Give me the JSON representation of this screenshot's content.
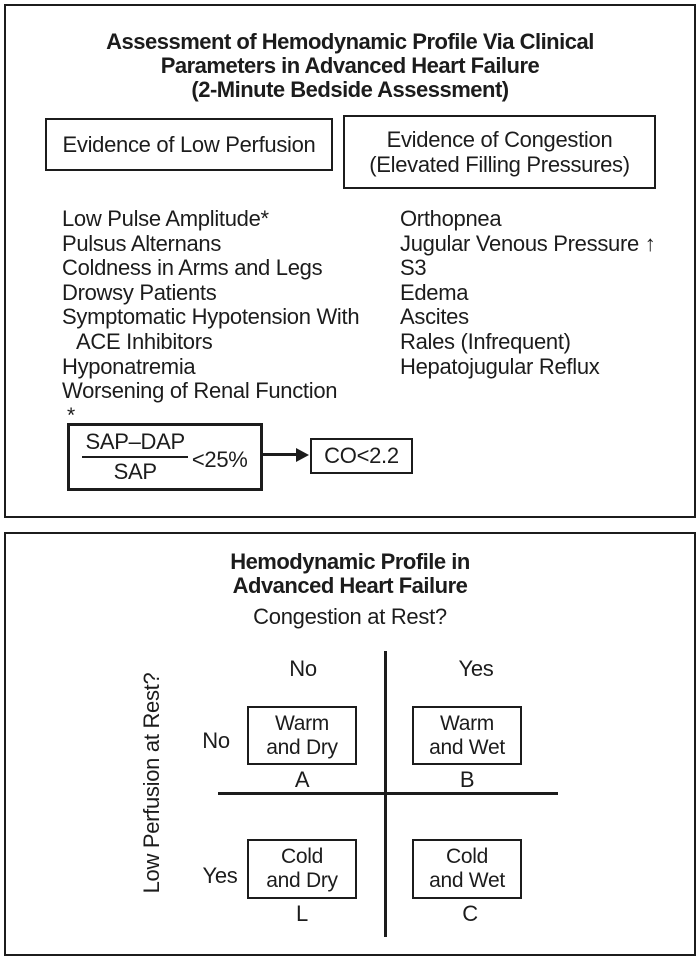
{
  "top_panel": {
    "title_lines": [
      "Assessment of Hemodynamic Profile Via Clinical",
      "Parameters in Advanced Heart Failure",
      "(2-Minute Bedside Assessment)"
    ],
    "low_perfusion": {
      "header": "Evidence of Low Perfusion",
      "items": [
        "Low Pulse Amplitude*",
        "Pulsus Alternans",
        "Coldness in Arms and Legs",
        "Drowsy Patients",
        "Symptomatic Hypotension With",
        "ACE Inhibitors",
        "Hyponatremia",
        "Worsening of Renal Function"
      ]
    },
    "congestion": {
      "header_lines": [
        "Evidence of Congestion",
        "(Elevated Filling Pressures)"
      ],
      "items": [
        "Orthopnea",
        "Jugular Venous Pressure ↑",
        "S3",
        "Edema",
        "Ascites",
        "Rales (Infrequent)",
        "Hepatojugular Reflux"
      ]
    },
    "footnote_marker": "*",
    "formula": {
      "numerator": "SAP–DAP",
      "denominator": "SAP",
      "comparison": "<25%",
      "result": "CO<2.2"
    }
  },
  "bottom_panel": {
    "title_lines": [
      "Hemodynamic Profile in",
      "Advanced Heart Failure"
    ],
    "x_axis_question": "Congestion at Rest?",
    "y_axis_question": "Low Perfusion at Rest?",
    "col_headers": [
      "No",
      "Yes"
    ],
    "row_headers": [
      "No",
      "Yes"
    ],
    "quadrants": [
      {
        "label_lines": [
          "Warm",
          "and Dry"
        ],
        "letter": "A"
      },
      {
        "label_lines": [
          "Warm",
          "and Wet"
        ],
        "letter": "B"
      },
      {
        "label_lines": [
          "Cold",
          "and Dry"
        ],
        "letter": "L"
      },
      {
        "label_lines": [
          "Cold",
          "and Wet"
        ],
        "letter": "C"
      }
    ]
  },
  "colors": {
    "ink": "#1c1c1c",
    "background": "#ffffff"
  }
}
